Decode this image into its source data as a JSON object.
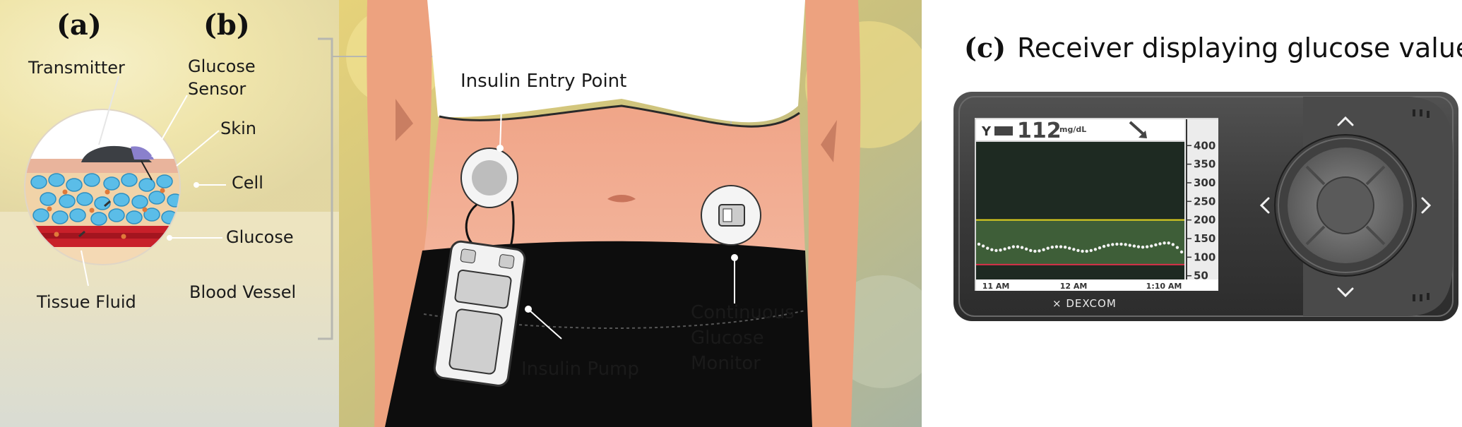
{
  "panels": {
    "a": "(a)",
    "b": "(b)",
    "c": "(c)"
  },
  "panel_a_labels": {
    "transmitter": "Transmitter",
    "glucose_sensor_line1": "Glucose",
    "glucose_sensor_line2": "Sensor",
    "skin": "Skin",
    "cell": "Cell",
    "glucose": "Glucose",
    "tissue_fluid": "Tissue Fluid",
    "blood_vessel": "Blood Vessel"
  },
  "panel_b_labels": {
    "insulin_entry_point": "Insulin Entry Point",
    "insulin_pump": "Insulin Pump",
    "cgm_line1": "Continuous",
    "cgm_line2": "Glucose",
    "cgm_line3": "Monitor"
  },
  "receiver": {
    "title": "Receiver displaying glucose value",
    "glucose_value": "112",
    "glucose_unit": "mg/dL",
    "y_ticks": [
      "400",
      "350",
      "300",
      "250",
      "200",
      "150",
      "100",
      "50"
    ],
    "x_ticks": [
      "11 AM",
      "12 AM",
      "1:10 AM"
    ],
    "brand": "DEXCOM"
  },
  "colors": {
    "skin": "#f0a98c",
    "background_yellow": "#e8d680",
    "blood": "#c8202a",
    "cell": "#5bbde8",
    "shorts": "#0d0d0d",
    "device_body": "#3a3a3a",
    "screen_dark": "#1e2a22",
    "target_band": "#3e5e38",
    "high_line": "#e6d51e",
    "low_line": "#d8324a"
  },
  "chart_data": {
    "type": "scatter",
    "title": "",
    "xlabel": "",
    "ylabel": "",
    "x_ticks": [
      "11 AM",
      "12 AM",
      "1:10 AM"
    ],
    "ylim": [
      40,
      410
    ],
    "y_ticks": [
      400,
      350,
      300,
      250,
      200,
      150,
      100,
      50
    ],
    "high_threshold": 200,
    "low_threshold": 80,
    "series": [
      {
        "values": [
          135,
          130,
          124,
          120,
          118,
          119,
          122,
          125,
          128,
          128,
          126,
          122,
          118,
          116,
          117,
          120,
          124,
          127,
          128,
          128,
          127,
          124,
          121,
          118,
          116,
          116,
          118,
          121,
          125,
          129,
          132,
          134,
          135,
          135,
          134,
          132,
          130,
          128,
          127,
          128,
          130,
          133,
          136,
          138,
          138,
          134,
          126,
          114
        ]
      }
    ]
  }
}
